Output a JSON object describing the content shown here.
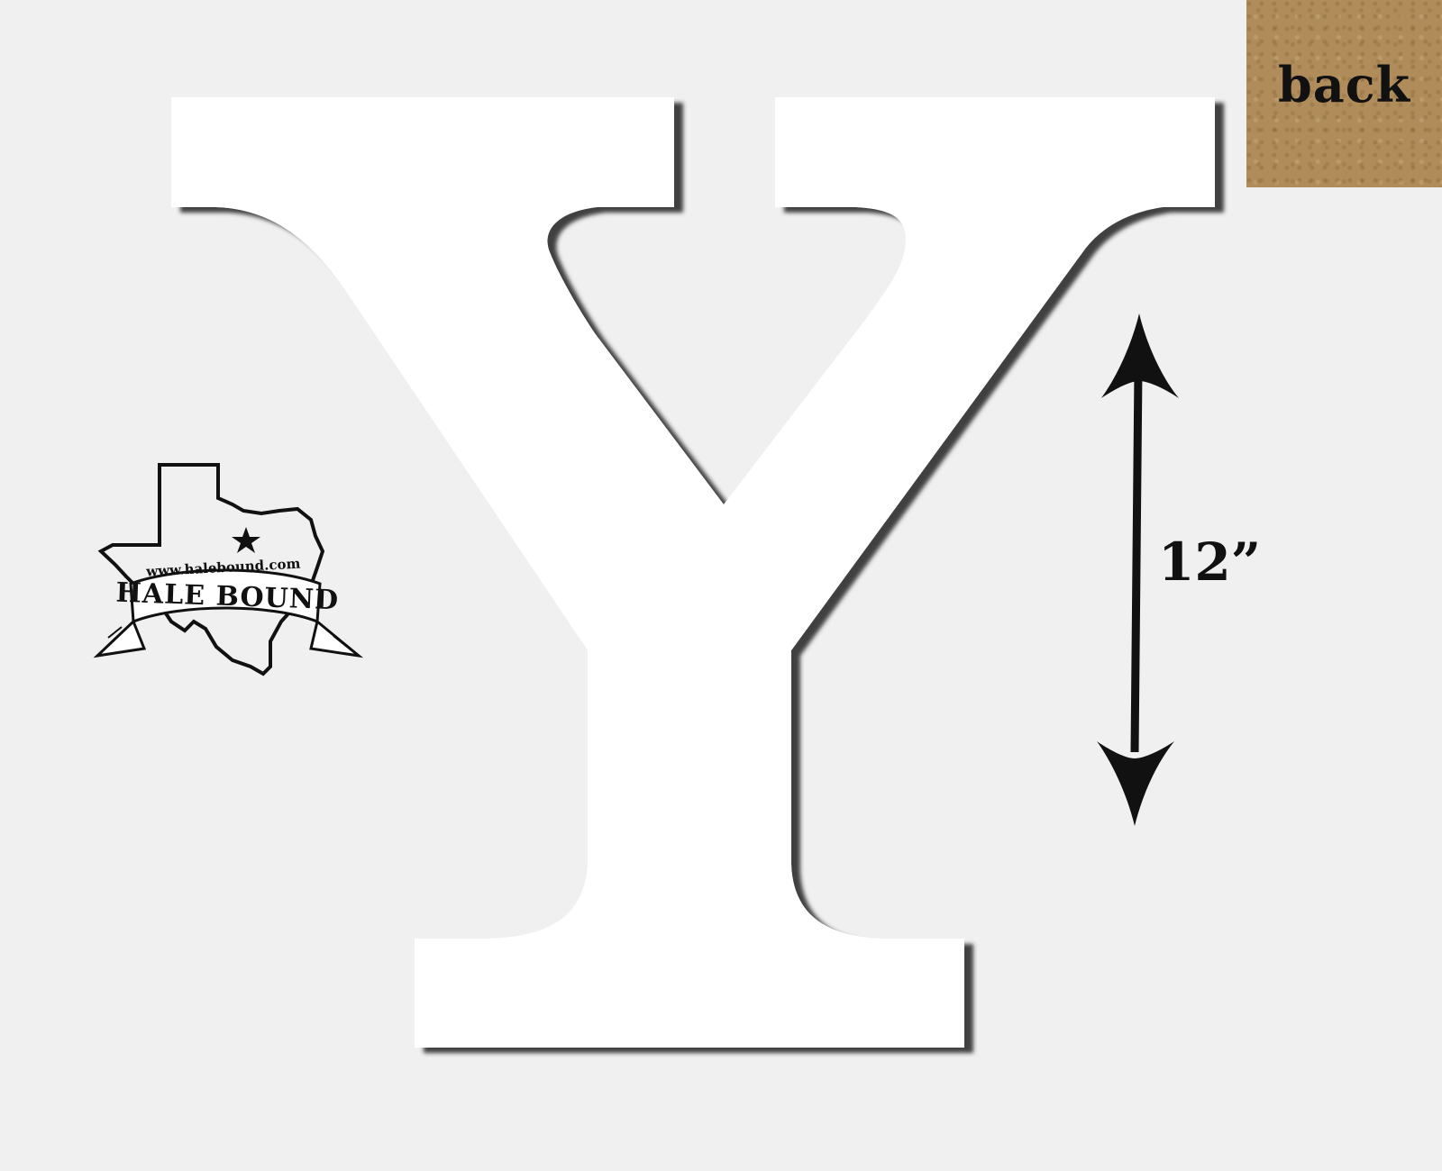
{
  "product": {
    "letter": "Y",
    "size_label": "12”",
    "back_label": "back"
  },
  "logo": {
    "url": "www.halebound.com",
    "name": "HALE BOUND"
  },
  "colors": {
    "background": "#f0f0f0",
    "letter_fill": "#ffffff",
    "letter_shadow": "#3a3a3a",
    "kraft_swatch": "#b08c5a",
    "ink": "#111111"
  },
  "icons": [
    "dimension-arrow-icon",
    "texas-star-icon"
  ]
}
